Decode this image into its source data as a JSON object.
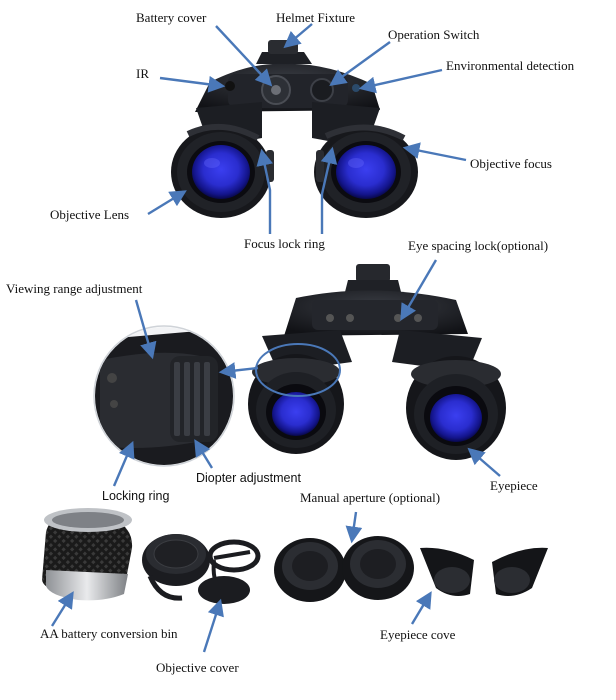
{
  "labels": {
    "battery_cover": "Battery cover",
    "helmet_fixture": "Helmet Fixture",
    "operation_switch": "Operation  Switch",
    "ir": "IR",
    "environmental_detection": "Environmental detection",
    "objective_focus": "Objective  focus",
    "objective_lens": "Objective  Lens",
    "focus_lock_ring": "Focus  lock  ring",
    "eye_spacing_lock": "Eye  spacing  lock(optional)",
    "viewing_range_adjustment": "Viewing  range  adjustment",
    "eyepiece": "Eyepiece",
    "locking_ring": "Locking ring",
    "diopter_adjustment": "Diopter adjustment",
    "manual_aperture": "Manual  aperture  (optional)",
    "aa_battery_bin": "AA  battery  conversion  bin",
    "objective_cover": "Objective  cover",
    "eyepiece_cove": "Eyepiece  cove"
  },
  "colors": {
    "arrow": "#4a78b8",
    "device_body": "#1b1d22",
    "lens_blue": "#2a2fd0",
    "text": "#111111"
  }
}
